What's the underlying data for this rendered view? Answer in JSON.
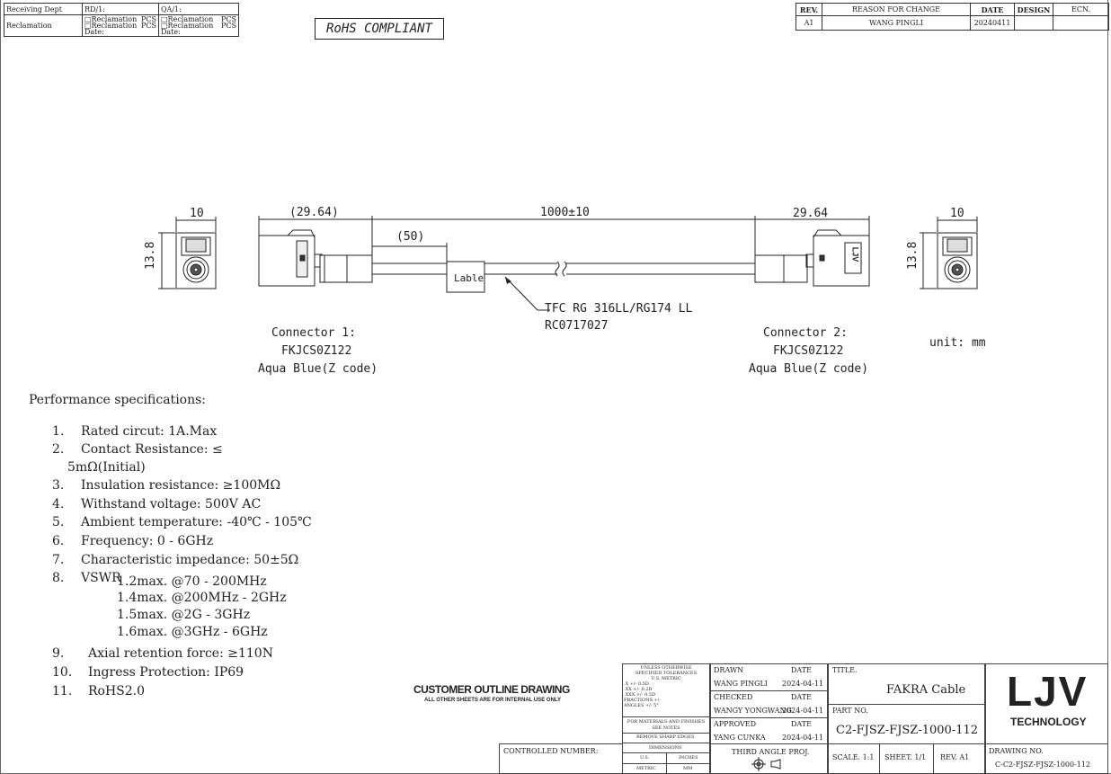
{
  "receiving": {
    "dept_label": "Receiving Dept",
    "reclamation_label": "Reclamation",
    "rd_label": "RD/1:",
    "qa_label": "QA/1:",
    "reclamation_line": "□Reclamation",
    "pcs": "PCS",
    "date_label": "Date:"
  },
  "rohs": "RoHS COMPLIANT",
  "revision": {
    "headers": [
      "REV.",
      "REASON FOR CHANGE",
      "DATE",
      "DESIGN",
      "ECN."
    ],
    "row": [
      "A1",
      "WANG PINGLI",
      "20240411",
      "",
      ""
    ]
  },
  "drawing": {
    "dim_10_left": "10",
    "dim_13_8_left": "13.8",
    "dim_29_64_left": "(29.64)",
    "dim_50": "(50)",
    "dim_1000": "1000±10",
    "dim_29_64_right": "29.64",
    "dim_10_right": "10",
    "dim_13_8_right": "13.8",
    "label_box": "Lable",
    "cable_line1": "TFC RG 316LL/RG174 LL",
    "cable_line2": "RC0717027",
    "conn1_title": "Connector 1:",
    "conn1_part": "FKJCS0Z122",
    "conn1_color": "Aqua Blue(Z code)",
    "conn2_title": "Connector 2:",
    "conn2_part": "FKJCS0Z122",
    "conn2_color": "Aqua Blue(Z code)",
    "unit": "unit: mm",
    "conn_logo": "LJV"
  },
  "specs": {
    "heading": "Performance specifications:",
    "items": [
      {
        "num": "1.",
        "text": "Rated circut: 1A.Max"
      },
      {
        "num": "2.",
        "text": "Contact Resistance: ≤"
      },
      {
        "num": "",
        "text": "5mΩ(Initial)"
      },
      {
        "num": "3.",
        "text": "Insulation resistance: ≥100MΩ"
      },
      {
        "num": "4.",
        "text": "Withstand voltage:  500V AC"
      },
      {
        "num": "5.",
        "text": "Ambient temperature: -40℃ - 105℃"
      },
      {
        "num": "6.",
        "text": "Frequency: 0 - 6GHz"
      },
      {
        "num": "7.",
        "text": "Characteristic impedance: 50±5Ω"
      }
    ],
    "vswr_num": "8.",
    "vswr_label": "VSWR",
    "vswr_lines": [
      "1.2max. @70 - 200MHz",
      "1.4max. @200MHz - 2GHz",
      "1.5max. @2G - 3GHz",
      "1.6max. @3GHz - 6GHz"
    ],
    "tail_items": [
      {
        "num": "9.",
        "text": "Axial retention force: ≥110N"
      },
      {
        "num": "10.",
        "text": "Ingress Protection: IP69"
      },
      {
        "num": "11.",
        "text": "RoHS2.0"
      }
    ]
  },
  "customer_outline": {
    "title": "CUSTOMER OUTLINE DRAWING",
    "subtitle": "ALL OTHER SHEETS ARE FOR INTERNAL USE ONLY"
  },
  "title_block": {
    "controlled_number_label": "CONTROLLED NUMBER:",
    "tolerance_lines": [
      "UNLESS OTHERWISE",
      "SPECIFIED TOLERANCES",
      "U.S.   METRIC",
      ".X    +/-      0.5D",
      ".XX   +/-      0.2D",
      ".XXX  +/-      0.5D",
      "FRACTIONS +/-",
      "ANGLES +/-      5°"
    ],
    "materials_note": "FOR MATERIALS AND FINISHES SEE NOTES",
    "remove_edges": "REMOVE SHARP EDGES",
    "dimensions_label": "DIMENSIONS",
    "us_label": "U.S.",
    "inches_label": "INCHES",
    "metric_label": "METRIC",
    "mm_label": "MM",
    "drawn_label": "DRAWN",
    "drawn_name": "WANG PINGLI",
    "checked_label": "CHECKED",
    "checked_name": "WANGY YONGWANG",
    "approved_label": "APPROVED",
    "approved_name": "YANG CUNKA",
    "date_label": "DATE",
    "drawn_date": "2024-04-11",
    "checked_date": "2024-04-11",
    "approved_date": "2024-04-11",
    "third_angle": "THIRD ANGLE PROJ.",
    "title_label": "TITLE.",
    "title_value": "FAKRA Cable",
    "part_no_label": "PART NO.",
    "part_no_value": "C2-FJSZ-FJSZ-1000-112",
    "scale": "SCALE. 1:1",
    "sheet": "SHEET. 1/1",
    "rev": "REV. A1",
    "drawing_no_label": "DRAWING NO.",
    "drawing_no_value": "C-C2-FJSZ-FJSZ-1000-112",
    "logo_main": "LJV",
    "logo_sub": "TECHNOLOGY"
  }
}
